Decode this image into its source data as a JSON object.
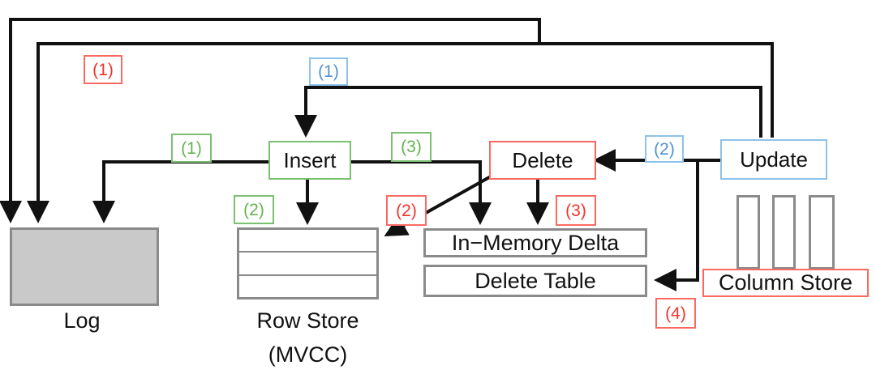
{
  "diagram": {
    "title": "Hybrid row-store / column-store write-path diagram",
    "colors": {
      "red": "#FB6A62",
      "red_text": "#F0332B",
      "green": "#7CBF72",
      "green_text": "#63B34F",
      "blue": "#8EC2E8",
      "blue_text": "#4F93D1",
      "gray_stroke": "#8A8A8A",
      "log_fill": "#C9C9C9",
      "wire": "#111111"
    }
  },
  "operations": [
    {
      "id": "insert",
      "label": "Insert",
      "accent": "green"
    },
    {
      "id": "delete",
      "label": "Delete",
      "accent": "red"
    },
    {
      "id": "update",
      "label": "Update",
      "accent": "blue"
    }
  ],
  "stores": {
    "log": {
      "label": "Log",
      "rows": 0
    },
    "row_store": {
      "label_line1": "Row Store",
      "label_line2": "(MVCC)",
      "rows": 3
    },
    "in_memory_delta": {
      "label": "In−Memory Delta"
    },
    "delete_table": {
      "label": "Delete Table"
    },
    "column_store": {
      "label": "Column Store",
      "bars": 3
    }
  },
  "step_tags": [
    {
      "id": "delete-log-1",
      "text": "(1)",
      "accent": "red"
    },
    {
      "id": "update-insert-1",
      "text": "(1)",
      "accent": "blue"
    },
    {
      "id": "insert-log-1",
      "text": "(1)",
      "accent": "green"
    },
    {
      "id": "insert-delta-3",
      "text": "(3)",
      "accent": "green"
    },
    {
      "id": "update-delete-2",
      "text": "(2)",
      "accent": "blue"
    },
    {
      "id": "insert-rowstore-2",
      "text": "(2)",
      "accent": "green"
    },
    {
      "id": "delete-rowstore-2",
      "text": "(2)",
      "accent": "red"
    },
    {
      "id": "delete-delta-3",
      "text": "(3)",
      "accent": "red"
    },
    {
      "id": "colstore-deletetable-4",
      "text": "(4)",
      "accent": "red"
    }
  ]
}
